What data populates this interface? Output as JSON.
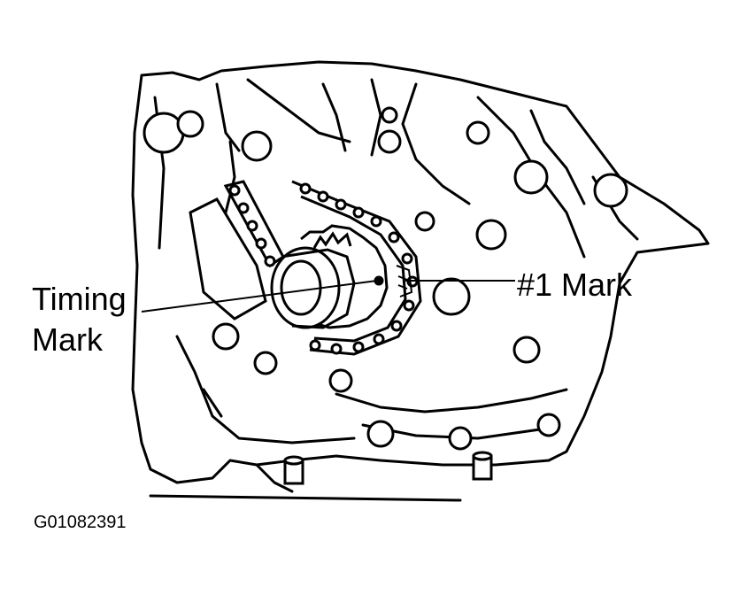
{
  "callouts": {
    "timing_mark_line1": "Timing",
    "timing_mark_line2": "Mark",
    "number_one_mark": "#1 Mark"
  },
  "figure_id": "G01082391",
  "colors": {
    "ink": "#000000",
    "paper": "#ffffff"
  }
}
